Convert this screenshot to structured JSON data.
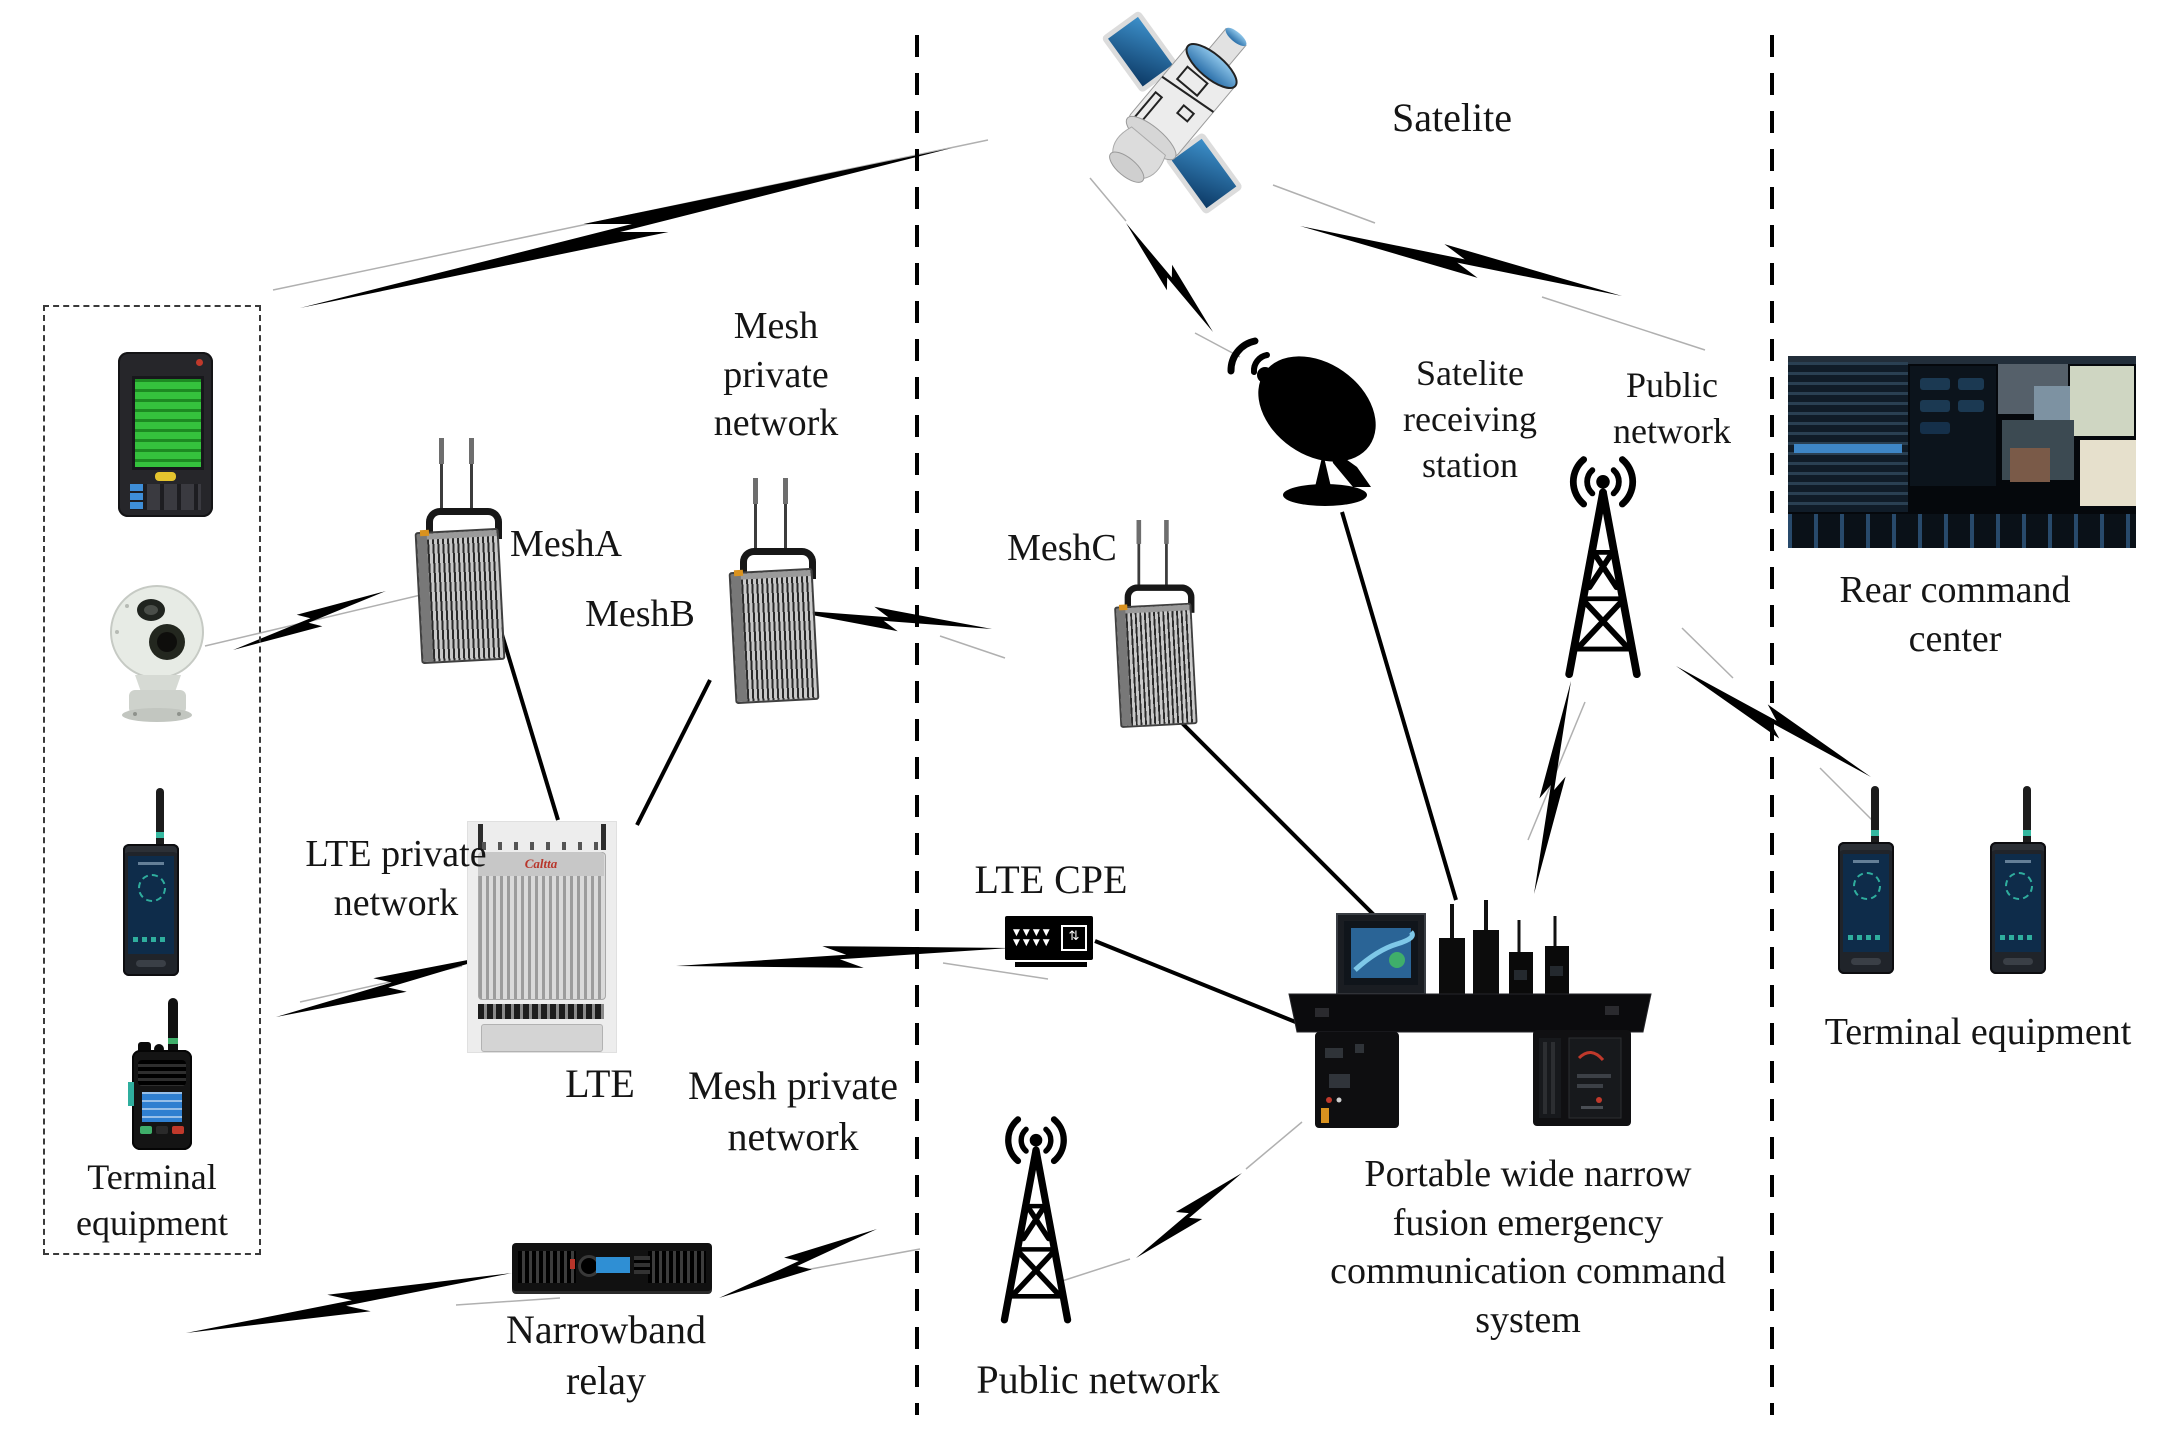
{
  "figure": {
    "type": "network-architecture-diagram",
    "description_domain": "emergency communication command system topology"
  },
  "colors": {
    "ink": "#151515",
    "link_black": "#000000",
    "link_gray": "#b0b0b0",
    "satellite_panel_blue": "#1d6fb0",
    "screen_blue": "#0e2c4a",
    "pda_screen_green": "#35c23d",
    "relay_screen_blue": "#2f8fd4"
  },
  "labels": {
    "satellite": "Satelite",
    "mesh_private_top": [
      "Mesh",
      "private",
      "network"
    ],
    "mesh_a": "MeshA",
    "mesh_b": "MeshB",
    "mesh_c": "MeshC",
    "satellite_receiving": [
      "Satelite",
      "receiving",
      "station"
    ],
    "public_network_top": [
      "Public",
      "network"
    ],
    "rear_command": [
      "Rear command",
      "center"
    ],
    "lte_private": [
      "LTE private",
      "network"
    ],
    "lte": "LTE",
    "mesh_private_mid": [
      "Mesh private",
      "network"
    ],
    "lte_cpe": "LTE CPE",
    "portable_system": [
      "Portable wide narrow",
      "fusion emergency",
      "communication command",
      "system"
    ],
    "public_network_bottom": "Public network",
    "narrowband": [
      "Narrowband",
      "relay"
    ],
    "terminal_left": [
      "Terminal",
      "equipment"
    ],
    "terminal_right": "Terminal equipment",
    "lte_brand": "Caltta"
  },
  "icons": [
    "satellite-icon",
    "satellite-dish-icon",
    "cell-tower-icon",
    "mesh-radio-icon",
    "lte-base-station-icon",
    "lte-cpe-icon",
    "narrowband-relay-icon",
    "portable-command-case-icon",
    "ptz-camera-icon",
    "pda-terminal-icon",
    "handheld-radio-icon",
    "walkie-talkie-icon",
    "rear-command-photo",
    "lightning-link-icon"
  ]
}
